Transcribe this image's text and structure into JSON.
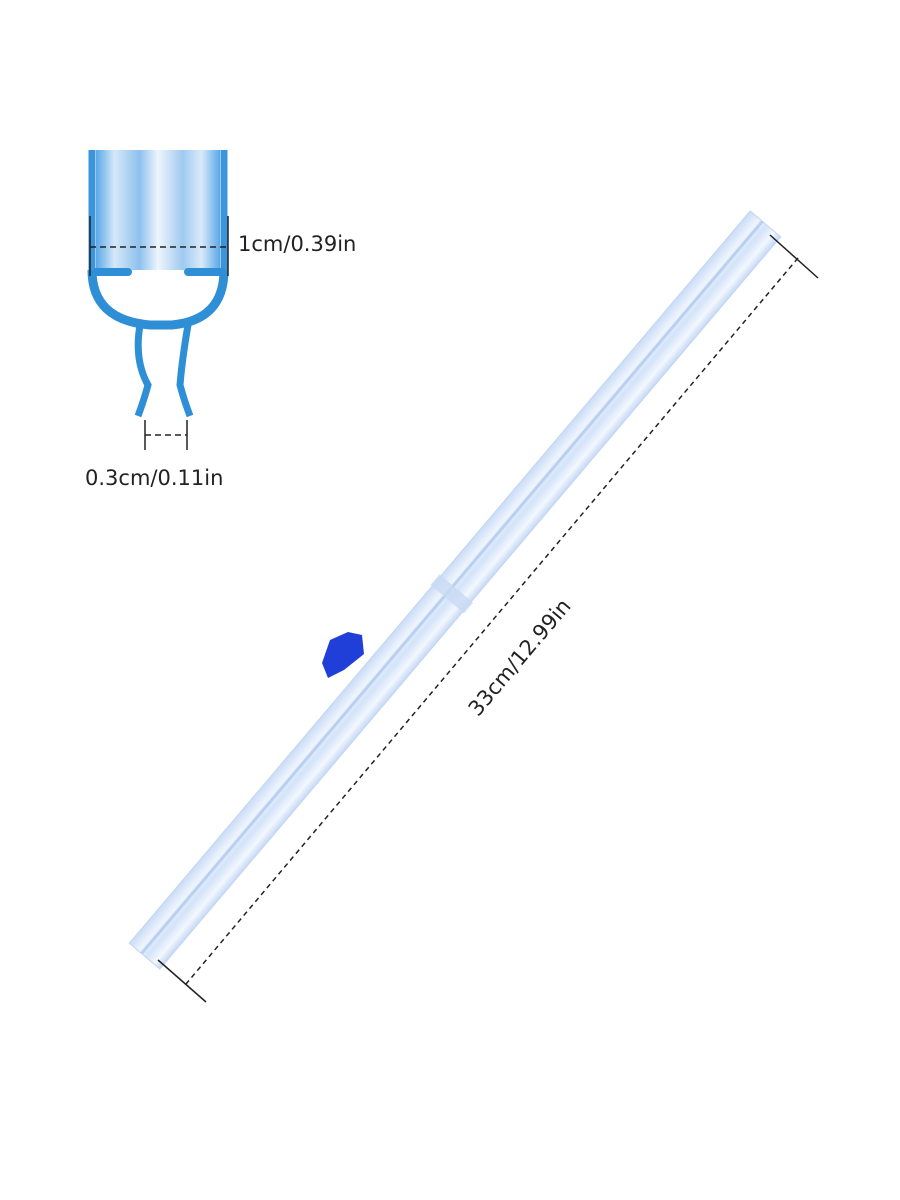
{
  "dimensions": {
    "width_label": "1cm/0.39in",
    "gap_label": "0.3cm/0.11in",
    "length_label": "33cm/12.99in"
  },
  "colors": {
    "seal_blue": "#2f8fd6",
    "clip_blue": "#1f3fd8",
    "rod_tint": "#d8e6f8"
  }
}
